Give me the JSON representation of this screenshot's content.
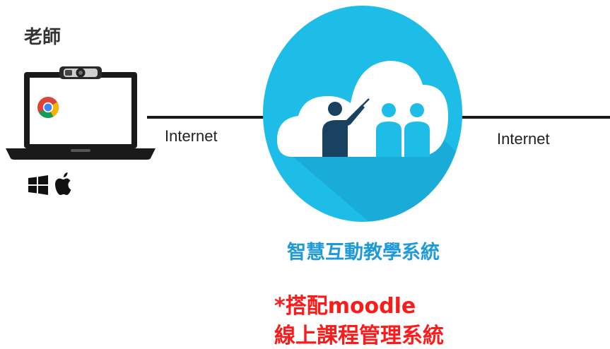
{
  "teacher": {
    "label": "老師",
    "device_icons": [
      "laptop-icon",
      "webcam-icon",
      "chrome-icon",
      "windows-icon",
      "apple-icon"
    ]
  },
  "connections": {
    "left_label": "Internet",
    "right_label": "Internet"
  },
  "system": {
    "icon": "cloud-classroom-icon",
    "title": "智慧互動教學系統"
  },
  "note": {
    "line1": "*搭配moodle",
    "line2": "線上課程管理系統"
  },
  "colors": {
    "circle": "#1ebde8",
    "cloud": "#ffffff",
    "people": "#1ebde8",
    "teacher_figure": "#18425f",
    "title": "#1f9ad9",
    "note": "#ff1a1a"
  }
}
